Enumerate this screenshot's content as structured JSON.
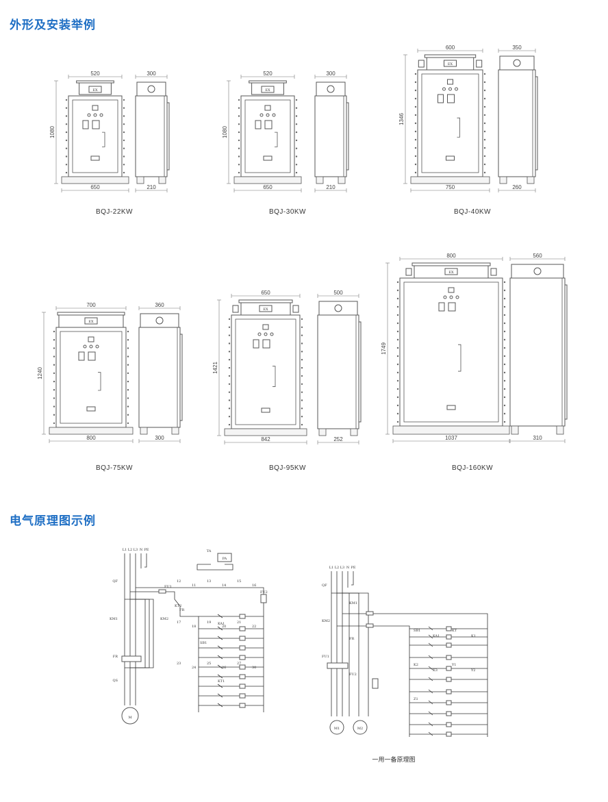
{
  "section1_title": "外形及安装举例",
  "section2_title": "电气原理图示例",
  "cabinets": [
    {
      "model": "BQJ-22KW",
      "front_width_top": "520",
      "front_width_base": "650",
      "height": "1080",
      "side_depth_top": "300",
      "side_depth_base": "210",
      "label_ex": "EX"
    },
    {
      "model": "BQJ-30KW",
      "front_width_top": "520",
      "front_width_base": "650",
      "height": "1080",
      "side_depth_top": "300",
      "side_depth_base": "210",
      "label_ex": "EX"
    },
    {
      "model": "BQJ-40KW",
      "front_width_top": "600",
      "front_width_base": "750",
      "height": "1346",
      "side_depth_top": "350",
      "side_depth_base": "260",
      "label_ex": "EX"
    },
    {
      "model": "BQJ-75KW",
      "front_width_top": "700",
      "front_width_base": "800",
      "height": "1240",
      "side_depth_top": "360",
      "side_depth_base": "300",
      "label_ex": "EX"
    },
    {
      "model": "BQJ-95KW",
      "front_width_top": "650",
      "front_width_base": "842",
      "height": "1421",
      "side_depth_top": "500",
      "side_depth_base": "252",
      "label_ex": "EX"
    },
    {
      "model": "BQJ-160KW",
      "front_width_top": "800",
      "front_width_base": "1037",
      "height": "1749",
      "side_depth_top": "560",
      "side_depth_base": "310",
      "label_ex": "EX"
    }
  ],
  "schematic_left": {
    "supply_labels": [
      "L1",
      "L2",
      "L3",
      "N",
      "PE"
    ],
    "meter_labels": [
      "TA",
      "PA"
    ],
    "component_labels": [
      "QF",
      "KM1",
      "KM2",
      "FR",
      "QS",
      "M",
      "FU1",
      "FU2",
      "KT2",
      "SB1",
      "KA1",
      "KT1",
      "FR"
    ],
    "wire_numbers": [
      "12",
      "11",
      "13",
      "14",
      "15",
      "16",
      "17",
      "18",
      "19",
      "20",
      "21",
      "22",
      "23",
      "24",
      "25",
      "26",
      "27",
      "30"
    ]
  },
  "schematic_right": {
    "caption": "一用一备原理图",
    "supply_labels": [
      "L1",
      "L2",
      "L3",
      "N",
      "PE"
    ],
    "motor_labels": [
      "M1",
      "M2"
    ],
    "component_labels": [
      "QF",
      "KM1",
      "KM2",
      "FR",
      "FU1",
      "FU2",
      "SB1",
      "KA1",
      "KT",
      "K1",
      "K2",
      "K3",
      "Y1",
      "Y2",
      "Z1"
    ]
  }
}
